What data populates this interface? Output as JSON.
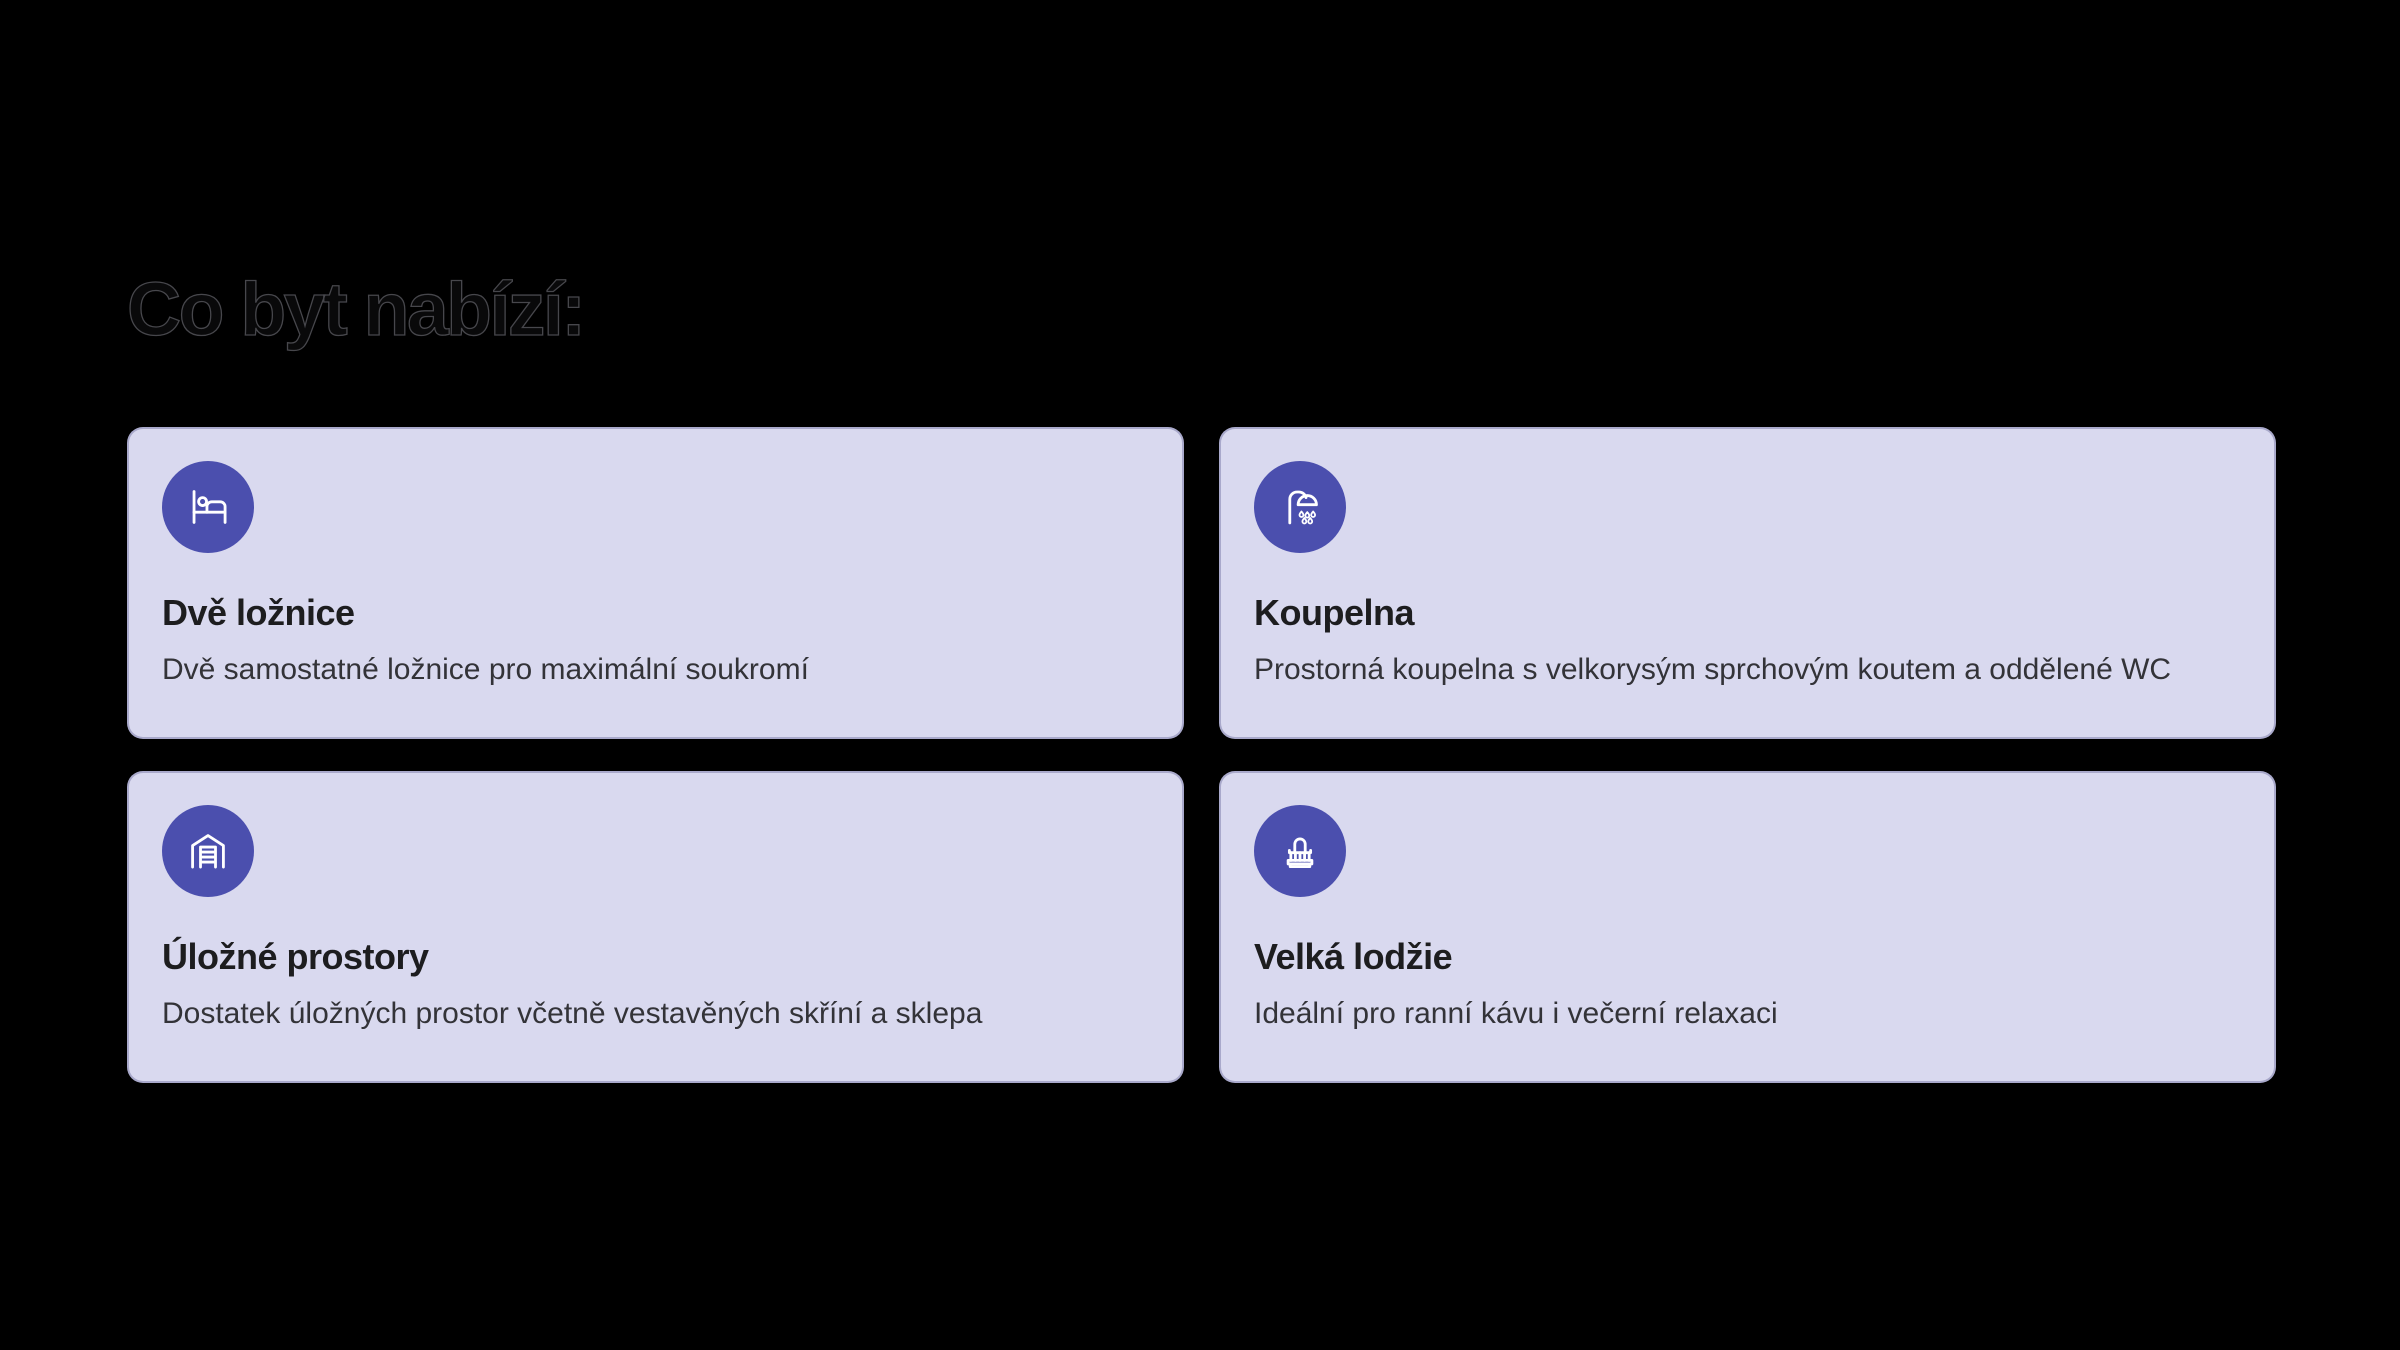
{
  "page": {
    "heading": "Co byt nabízí:"
  },
  "theme": {
    "background": "#000000",
    "heading-color": "#09090a",
    "card-bg": "#d9d9ef",
    "accent": "#4b4fae",
    "icon-stroke": "#ffffff",
    "title-color": "#1d1d1f",
    "desc-color": "#333338"
  },
  "cards": [
    {
      "icon": "bed-icon",
      "title": "Dvě ložnice",
      "description": "Dvě samostatné ložnice pro maximální soukromí"
    },
    {
      "icon": "shower-icon",
      "title": "Koupelna",
      "description": "Prostorná koupelna s velkorysým sprchovým koutem a oddělené WC"
    },
    {
      "icon": "warehouse-icon",
      "title": "Úložné prostory",
      "description": "Dostatek úložných prostor včetně vestavěných skříní a sklepa"
    },
    {
      "icon": "balcony-icon",
      "title": "Velká lodžie",
      "description": "Ideální pro ranní kávu i večerní relaxaci"
    }
  ]
}
